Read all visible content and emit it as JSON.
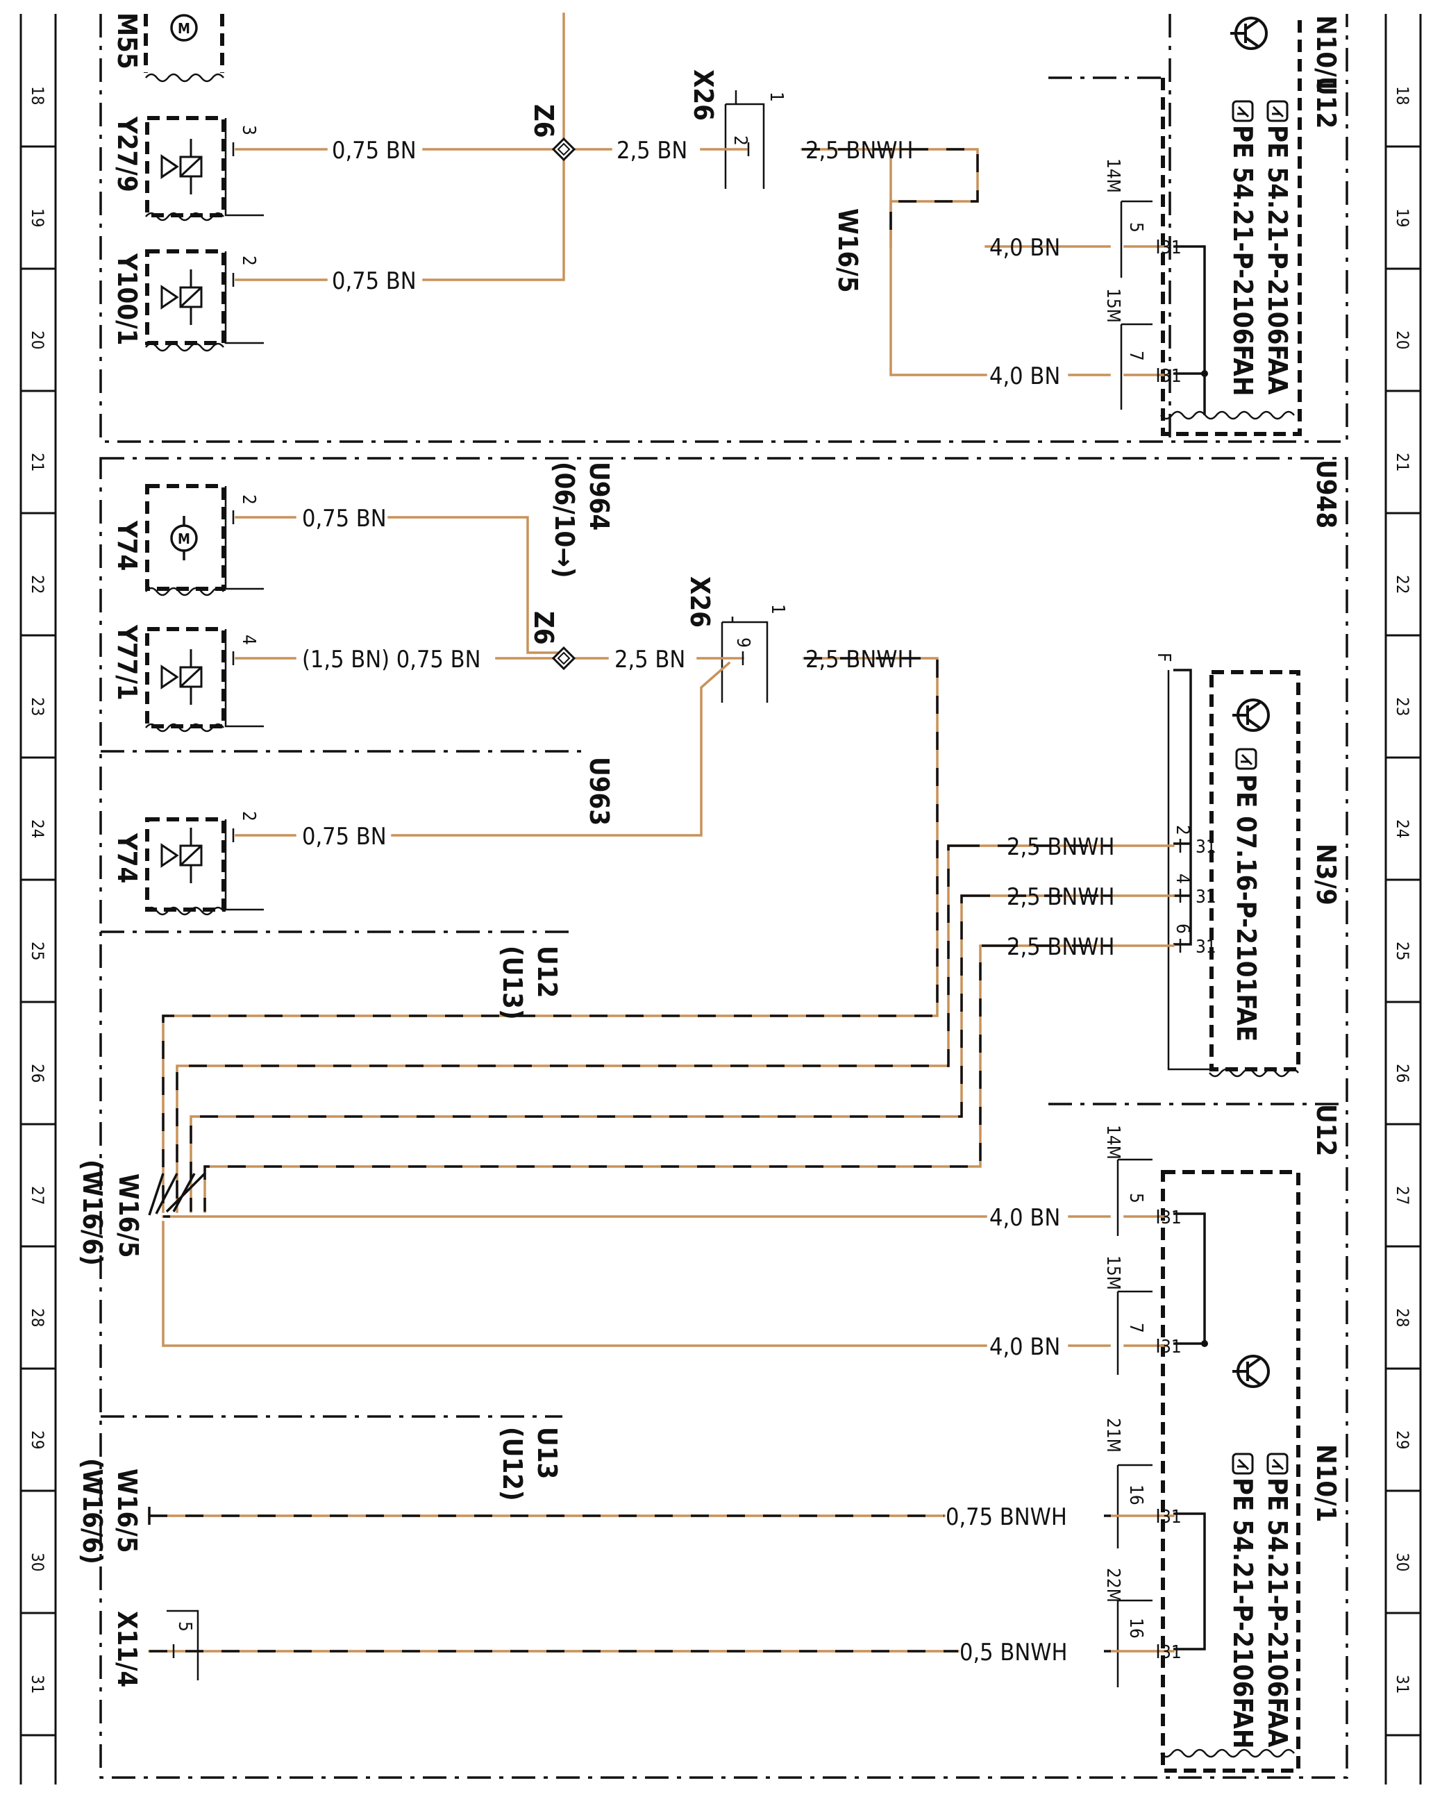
{
  "ruler": {
    "rows": [
      "18",
      "19",
      "20",
      "21",
      "22",
      "23",
      "24",
      "25",
      "26",
      "27",
      "28",
      "29",
      "30",
      "31"
    ]
  },
  "components": {
    "m55": "M55",
    "y27_9": "Y27/9",
    "y100_1": "Y100/1",
    "y74_top": "Y74",
    "y77_1": "Y77/1",
    "y74_bottom": "Y74",
    "x11_4": "X11/4",
    "w16_5_top": "W16/5",
    "w16_5_mid": "W16/5",
    "w16_6_mid": "(W16/6)",
    "w16_5_bot": "W16/5",
    "w16_6_bot": "(W16/6)",
    "z6_top": "Z6",
    "z6_mid": "Z6",
    "x26_top": "X26",
    "x26_mid": "X26",
    "u12_top": "U12",
    "u948": "U948",
    "u964": "U964",
    "u964_note": "(06/10→)",
    "u963": "U963",
    "u12_mid": "U12",
    "u13_mid": "(U13)",
    "u12_right": "U12",
    "u13_bot": "U13",
    "u12_bot": "(U12)",
    "n3_9": "N3/9",
    "n10_1": "N10/1",
    "n10_1_top": "N10/1"
  },
  "wires": {
    "w_0_75_bn": "0,75 BN",
    "w_1_5_bn": "(1,5 BN) 0,75 BN",
    "w_2_5_bn": "2,5 BN",
    "w_2_5_bnwh": "2,5 BNWH",
    "w_4_0_bn": "4,0 BN",
    "w_0_75_bnwh": "0,75 BNWH",
    "w_0_5_bnwh": "0,5 BNWH"
  },
  "pins": {
    "p1": "1",
    "p2": "2",
    "p3": "3",
    "p4": "4",
    "p5": "5",
    "p6": "6",
    "p7": "7",
    "p9": "9",
    "p16": "16",
    "p31": "31",
    "f": "F",
    "m14": "14M",
    "m15": "15M",
    "m21": "21M",
    "m22": "22M"
  },
  "references": {
    "pe_2106faa": "PE 54.21-P-2106FAA",
    "pe_2106fah": "PE 54.21-P-2106FAH",
    "pe_2101fae": "PE 07.16-P-2101FAE"
  },
  "icons": [
    "motor-icon",
    "solenoid-valve-icon",
    "transistor-icon",
    "hand-pointer-icon",
    "splice-icon"
  ],
  "colors": {
    "wire_brown": "#c8925a",
    "wire_black": "#111111"
  }
}
